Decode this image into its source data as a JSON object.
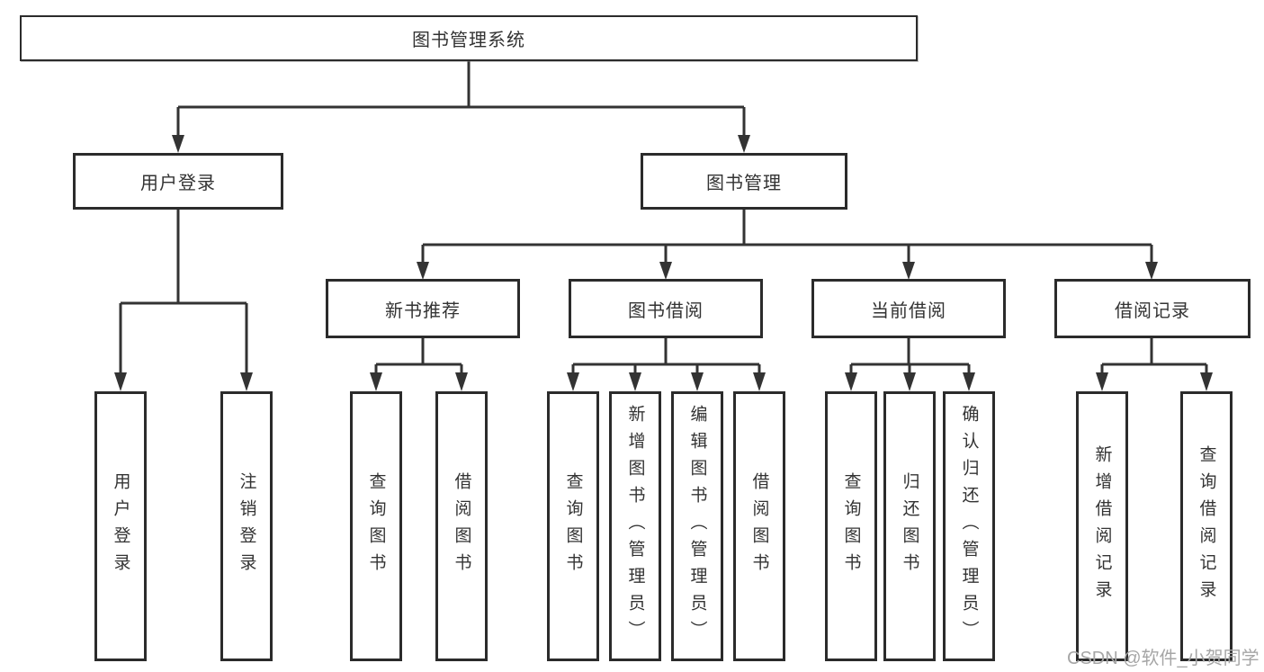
{
  "diagram": {
    "root": "图书管理系统",
    "level2": {
      "user_login": "用户登录",
      "book_management": "图书管理"
    },
    "level3": {
      "new_book_recommend": "新书推荐",
      "book_borrow": "图书借阅",
      "current_borrow": "当前借阅",
      "borrow_records": "借阅记录"
    },
    "leaves": {
      "user_login": "用户登录",
      "logout": "注销登录",
      "recommend_query_book": "查询图书",
      "recommend_borrow_book": "借阅图书",
      "borrow_query_book": "查询图书",
      "borrow_add_book": "新增图书（管理员）",
      "borrow_edit_book": "编辑图书（管理员）",
      "borrow_borrow_book": "借阅图书",
      "current_query_book": "查询图书",
      "current_return_book": "归还图书",
      "current_confirm_return": "确认归还（管理员）",
      "records_add_record": "新增借阅记录",
      "records_query_record": "查询借阅记录"
    }
  },
  "watermark": "CSDN @软件_小贺同学",
  "colors": {
    "line": "#333333",
    "box_border": "#2b2b2b",
    "text": "#333333",
    "watermark": "#a6a6a6",
    "background": "#ffffff"
  }
}
